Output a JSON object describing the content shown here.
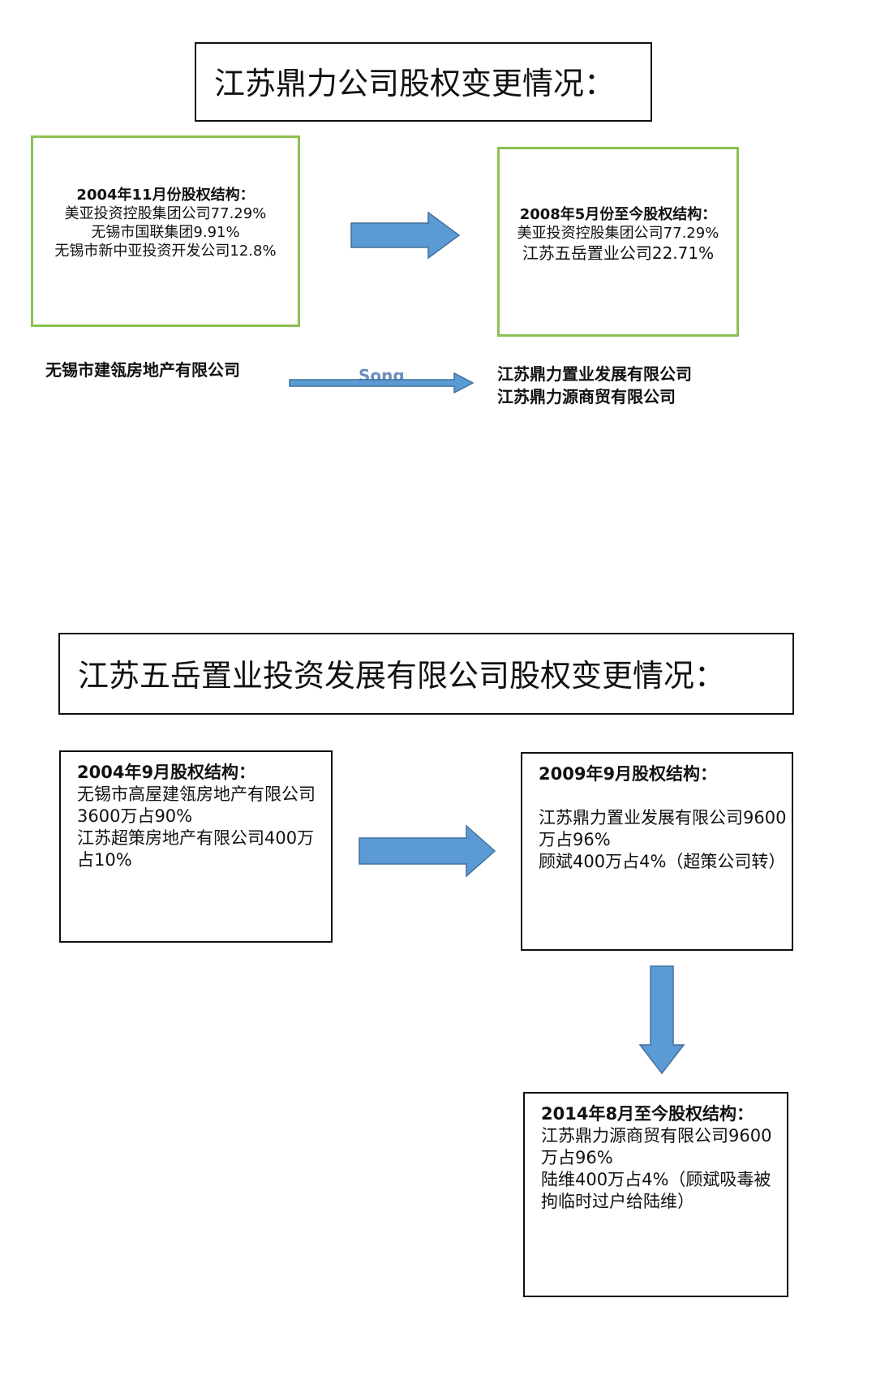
{
  "section1": {
    "title": "江苏鼎力公司股权变更情况：",
    "box_left": {
      "heading": "2004年11月份股权结构：",
      "lines": [
        "美亚投资控股集团公司77.29%",
        "无锡市国联集团9.91%",
        "无锡市新中亚投资开发公司12.8%"
      ]
    },
    "box_right": {
      "heading": "2008年5月份至今股权结构：",
      "lines": [
        "美亚投资控股集团公司77.29%",
        "江苏五岳置业公司22.71%"
      ]
    },
    "from_company": "无锡市建瓴房地产有限公司",
    "to_companies": [
      "江苏鼎力置业发展有限公司",
      "江苏鼎力源商贸有限公司"
    ],
    "arrow_text": "Song"
  },
  "section2": {
    "title": "江苏五岳置业投资发展有限公司股权变更情况：",
    "box_a": {
      "heading": "2004年9月股权结构：",
      "lines": [
        "无锡市高屋建瓴房地产有限公司",
        "3600万占90%",
        "江苏超策房地产有限公司400万",
        "占10%"
      ]
    },
    "box_b": {
      "heading": "2009年9月股权结构：",
      "lines": [
        "江苏鼎力置业发展有限公司9600",
        "万占96%",
        "顾斌400万占4%（超策公司转）"
      ]
    },
    "box_c": {
      "heading": "2014年8月至今股权结构：",
      "lines": [
        "江苏鼎力源商贸有限公司9600",
        "万占96%",
        "陆维400万占4%（顾斌吸毒被",
        "拘临时过户给陆维）"
      ]
    }
  },
  "colors": {
    "arrow_fill": "#5b9bd5",
    "arrow_stroke": "#41719c",
    "green_border": "#8cc152"
  }
}
